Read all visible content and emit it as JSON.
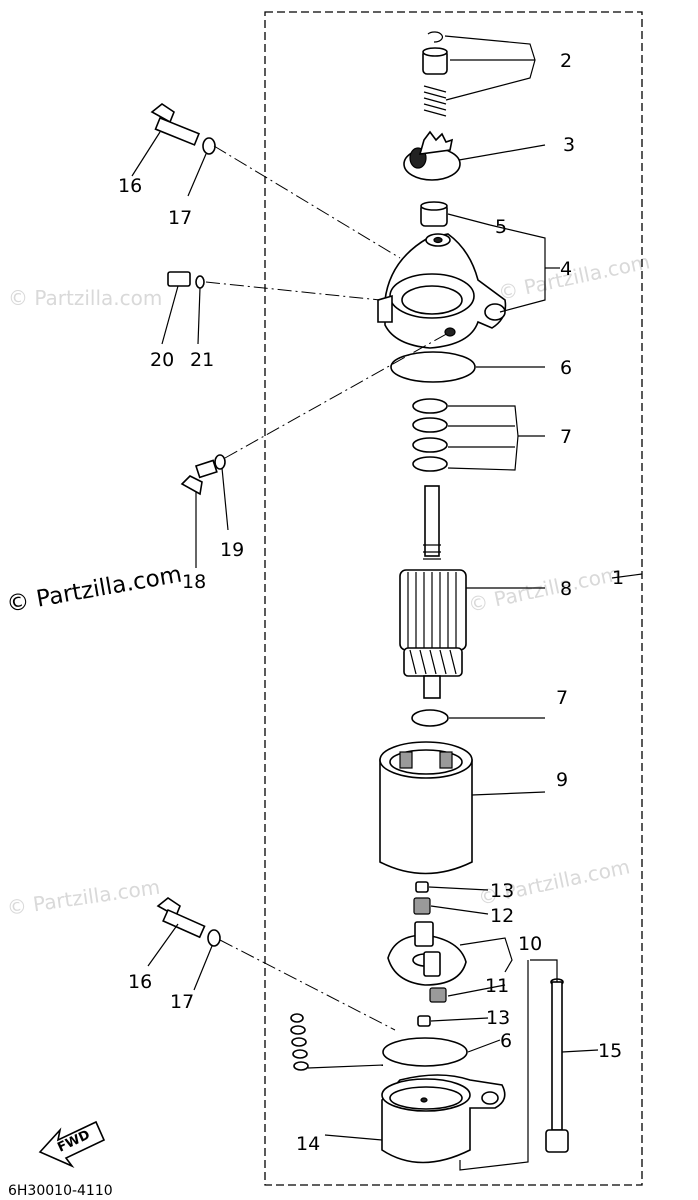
{
  "callouts": {
    "n1": "1",
    "n2": "2",
    "n3": "3",
    "n4": "4",
    "n5": "5",
    "n6a": "6",
    "n6b": "6",
    "n7a": "7",
    "n7b": "7",
    "n8": "8",
    "n9": "9",
    "n10": "10",
    "n11": "11",
    "n12": "12",
    "n13a": "13",
    "n13b": "13",
    "n14": "14",
    "n15": "15",
    "n16a": "16",
    "n16b": "16",
    "n17a": "17",
    "n17b": "17",
    "n18": "18",
    "n19": "19",
    "n20": "20",
    "n21": "21"
  },
  "watermark": "© Partzilla.com",
  "diagram_code": "6H30010-4110",
  "fwd_label": "FWD"
}
